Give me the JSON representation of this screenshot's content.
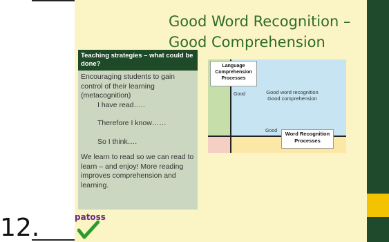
{
  "slide_number": "12.",
  "title": {
    "line1": "Good Word Recognition –",
    "line2": "Good Comprehension"
  },
  "panel": {
    "header": "Teaching strategies – what could be done?",
    "intro": "Encouraging students to gain control of their learning (metacognition)",
    "line1": "I have read…..",
    "line2": "Therefore I know……",
    "line3": "So I think….",
    "closing": "We learn to read so we can read to learn – and enjoy! More reading improves comprehension and learning."
  },
  "diagram": {
    "language_box": "Language Comprehension Processes",
    "word_box": "Word Recognition Processes",
    "good_vertical": "Good",
    "good_horizontal": "Good",
    "center_line1": "Good word recognition",
    "center_line2": "Good comprehension"
  },
  "logo": {
    "brand": "patoss",
    "icon": "checkmark-icon"
  },
  "colors": {
    "slide_bg": "#fbf4c4",
    "title": "#2f6b2a",
    "right_bar": "#1f4a2c",
    "accent": "#f3c200",
    "panel_bg": "#cbd7c0",
    "panel_header": "#1e4a28",
    "quadrant_blue": "#c6e4f2",
    "quadrant_green": "#c6dea9",
    "quadrant_pink": "#f5cfc4",
    "quadrant_yellow": "#fbe7a6"
  }
}
